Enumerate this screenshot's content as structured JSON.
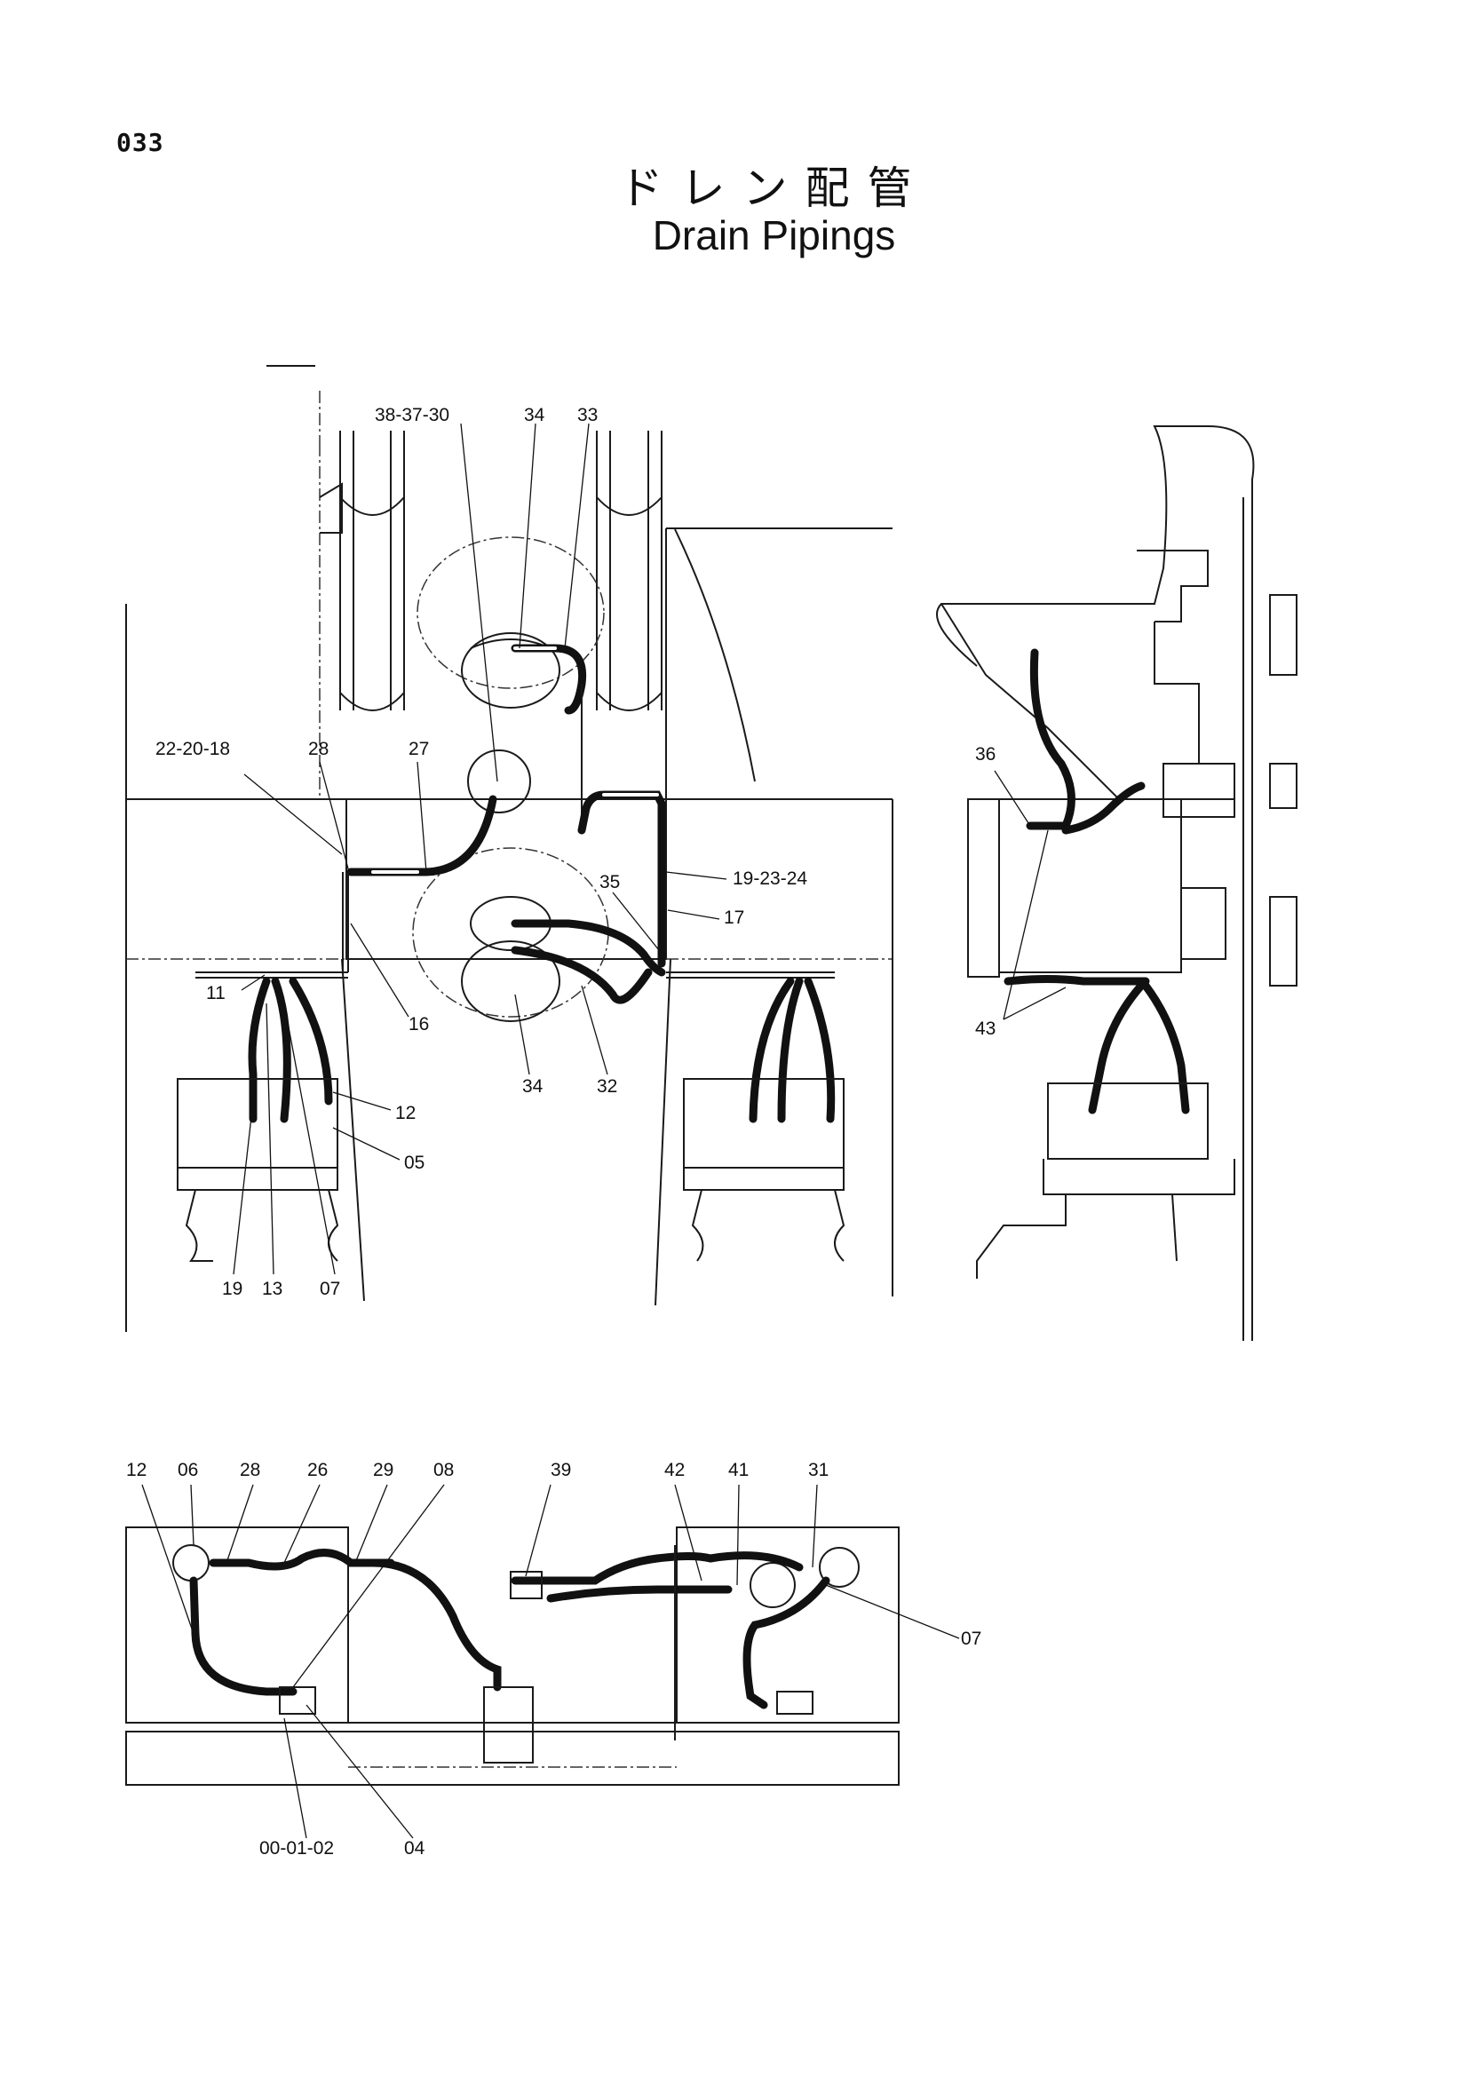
{
  "page": {
    "number": "033"
  },
  "title": {
    "japanese": "ドレン配管",
    "english": "Drain Pipings"
  },
  "callouts": {
    "top_view": [
      "38-37-30",
      "34",
      "33",
      "22-20-18",
      "28",
      "27",
      "19-23-24",
      "35",
      "17",
      "16",
      "11",
      "12",
      "05",
      "34",
      "32",
      "19",
      "13",
      "07"
    ],
    "side_view": [
      "36",
      "43"
    ],
    "bottom_view": [
      "12",
      "06",
      "28",
      "26",
      "29",
      "08",
      "39",
      "42",
      "41",
      "31",
      "07",
      "00-01-02",
      "04"
    ]
  },
  "colors": {
    "ink": "#111111",
    "paper": "#ffffff"
  }
}
